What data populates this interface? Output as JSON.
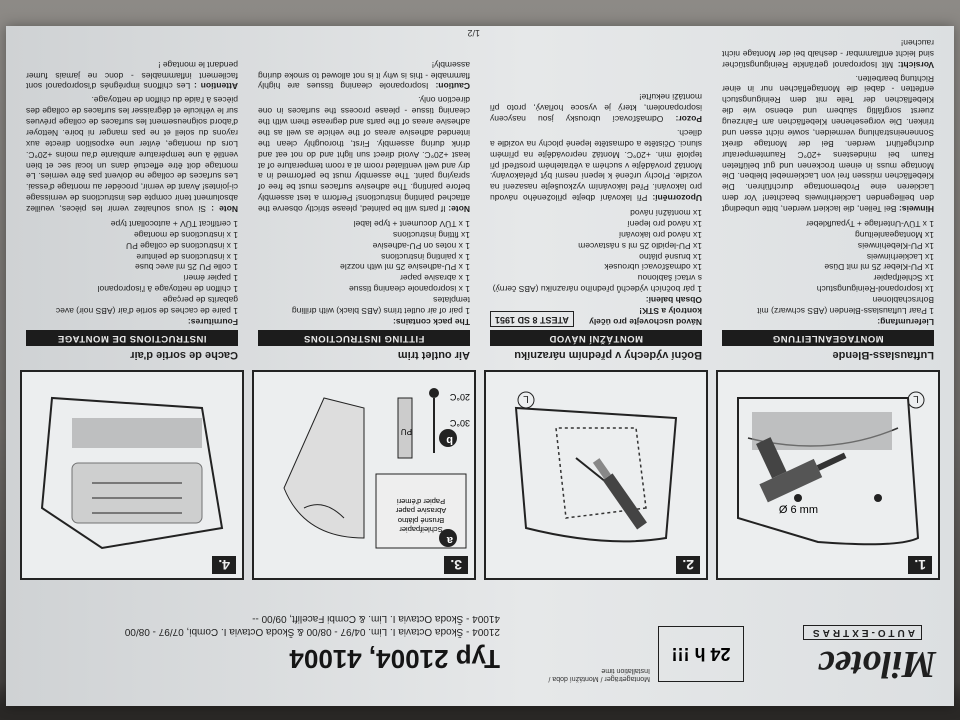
{
  "header": {
    "brand": "Milotec",
    "brand_sub": "AUTO-EXTRAS",
    "badge": "24 h !!!",
    "badge_note": "Montageträger / Montážní doba / Installation time",
    "type_title": "Typ 21004, 41004",
    "model_line_1": "21004 - Škoda Octavia I. Lim. 04/97 - 08/00 & Škoda Octavia I. Combi, 07/97 - 08/00",
    "model_line_2": "41004 - Škoda Octavia I. Lim. & Combi Facelift, 09/00 --",
    "page_num": "1/2"
  },
  "steps": [
    {
      "num": "1.",
      "label": "Ø 6 mm",
      "name": "step-1-drill"
    },
    {
      "num": "2.",
      "label": "",
      "name": "step-2-cut"
    },
    {
      "num": "3.",
      "label": "",
      "name": "step-3-prepare"
    },
    {
      "num": "4.",
      "label": "",
      "name": "step-4-fit"
    }
  ],
  "step3": {
    "card_line_1": "Schleifpapier",
    "card_line_2": "Brusné plátno",
    "card_line_3": "Abrasive paper",
    "card_line_4": "Papier d'émeri",
    "badge_a": "a",
    "badge_b": "b",
    "temp_30": "30°C",
    "temp_20": "20°C",
    "tube": "PU"
  },
  "columns": [
    {
      "title": "Luftauslass-Blende",
      "head": "MONTAGEANLEITUNG",
      "subhead": "Lieferumfang:",
      "items": [
        "1 Paar Luftauslass-Blenden (ABS schwarz) mit Bohrschablonen",
        "1x Isopropanol-Reinigungstuch",
        "1x Schleifpapier",
        "1x PU-Kleber 25 ml mit Düse",
        "1x Lackierhinweis",
        "1x PU-Klebehinweis",
        "1x Montageanleitung",
        "1 x TÜV-Unterlage + Typaufkleber"
      ],
      "note_label": "Hinweis:",
      "note": "Bei Teilen, die lackiert werden, bitte unbedingt den beiliegenden Lackierhinweis beachten! Vor dem Lackieren eine Probemontage durchführen. Die Klebeflächen müssen frei von Lackiernebel bleiben. Die Montage muss in einem trockenen und gut belüfteten Raum bei mindestens +20°C Raumtemperatur durchgeführt werden. Bei der Montage direkt Sonneneinstrahlung vermeiden, sowie nicht essen und trinken. Die vorgesehenen Klebeflächen am Fahrzeug zuerst sorgfältig säubern und ebenso wie die Klebeflächen der Teile mit dem Reinigungstuch entfetten - dabei die Montageflächen nur in einer Richtung bearbeiten.",
      "warn_label": "Vorsicht:",
      "warn": "Mit Isopropanol getränkte Reinigungstücher sind leicht entflammbar - deshalb bei der Montage nicht rauchen!"
    },
    {
      "title": "Boční výdechy v předním nárazníku",
      "head": "MONTÁŽNÍ NÁVOD",
      "atest": "ATEST 8 SD 1951",
      "subhead": "Návod uschovejte pro účely kontroly a STK!",
      "subhead2": "Obsah balení:",
      "items": [
        "1 pár bočních výdechů předního nárazníku (ABS černý) s vrtací šablonou",
        "1x odmašťovací ubrousek",
        "1x brusné plátno",
        "1x PU-lepidlo 25 ml s nástavcem",
        "1x návod pro lakování",
        "1x návod pro lepení",
        "1x montážní návod"
      ],
      "note_label": "Upozornění:",
      "note": "Při lakování dbejte přiloženého návodu pro lakování. Před lakováním vyzkoušejte nasazení na vozidle. Plochy určené k lepení nesmí být přelakovány. Montáž provádějte v suchém a větratelném prostředí při teplotě min. +20°C. Montáž neprovádějte na přímém slunci. Očistěte a odmastěte lepené plochy na vozidle a dílech.",
      "warn_label": "Pozor:",
      "warn": "Odmašťovací ubrousky jsou nasyceny isopropanolem, který je vysoce hořlavý, proto při montáži nekuřte!"
    },
    {
      "title": "Air outlet trim",
      "head": "FITTING INSTRUCTIONS",
      "subhead": "The pack contains:",
      "items": [
        "1 pair of air outlet trims (ABS black) with drilling templates",
        "1 x isopropanole cleaning tissue",
        "1 x abrasive paper",
        "1 x PU-adhesive 25 ml with nozzle",
        "1 x painting instructions",
        "1 x notes on PU-adhesive",
        "1x fitting instructions",
        "1 x TÜV document + type label"
      ],
      "note_label": "Note:",
      "note": "If parts will be painted, please strictly observe the attached painting instructions! Perform a test assembly before painting. The adhesive surfaces must be free of spraying paint. The assembly must be performed in a dry and well ventilated room at a room temperature of at least +20°C. Avoid direct sun light and do not eat and drink during assembly. First, thoroughly clean the intended adhesive areas of the vehicle as well as the adhesive areas of the parts and degrease them with the cleaning tissue - please process the surfaces in one direction only.",
      "warn_label": "Caution:",
      "warn": "Isopropanole cleaning tissues are highly flammable - this is why it is not allowed to smoke during assembly!"
    },
    {
      "title": "Cache de sortie d'air",
      "head": "INSTRUCTIONS DE MONTAGE",
      "subhead": "Fournitures:",
      "items": [
        "1 paire de caches de sortie d'air (ABS noir) avec gabarits de perçage",
        "1 chiffon de nettoyage à l'isopropanol",
        "1 papier émeri",
        "1 colle PU 25 ml avec buse",
        "1 x instructions de peinture",
        "1 x instructions de collage PU",
        "1 x instructions de montage",
        "1 certificat TÜV + autocollant type"
      ],
      "note_label": "Note :",
      "note": "Si vous souhaitez vernir les pièces, veuillez absolument tenir compte des instructions de vernissage ci-jointes! Avant de vernir, procéder au montage d'essai. Les surfaces de collage ne doivent pas être vernies. Le montage doit être effectué dans un local sec et bien ventilé à une température ambiante d'au moins +20°C. Lors du montage, éviter une exposition directe aux rayons du soleil et ne pas manger ni boire. Nettoyer d'abord soigneusement les surfaces de collage prévues sur le véhicule et dégraisser les surfaces de collage des pièces à l'aide du chiffon de nettoyage.",
      "warn_label": "Attention :",
      "warn": "Les chiffons imprégnés d'isopropanol sont facilement inflammables - donc ne jamais fumer pendant le montage !"
    }
  ]
}
